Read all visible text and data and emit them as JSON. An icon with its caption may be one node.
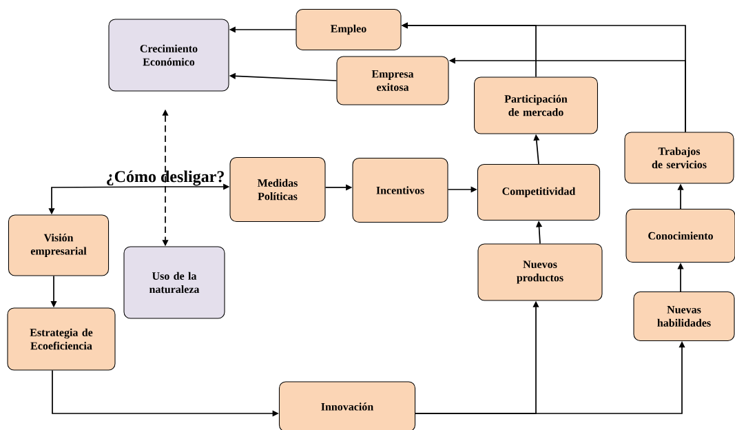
{
  "diagram": {
    "nodes": [
      {
        "text": [
          "Empleo"
        ]
      },
      {
        "text": [
          "Crecimiento Económico"
        ]
      },
      {
        "text": [
          "Empresa exitosa"
        ]
      },
      {
        "text": [
          "Participación de mercado"
        ]
      },
      {
        "text": [
          "Trabajos de servicios"
        ]
      },
      {
        "text": [
          "¿Cómo desligar?"
        ]
      },
      {
        "text": [
          "Medidas Políticas"
        ]
      },
      {
        "text": [
          "Incentivos"
        ]
      },
      {
        "text": [
          "Competitividad"
        ]
      },
      {
        "text": [
          "Visión empresarial"
        ]
      },
      {
        "text": [
          "Conocimiento"
        ]
      },
      {
        "text": [
          "Nuevos productos"
        ]
      },
      {
        "text": [
          "Uso de la naturaleza"
        ]
      },
      {
        "text": [
          "Estrategia de Ecoeficiencia"
        ]
      },
      {
        "text": [
          "Nuevas habilidades"
        ]
      },
      {
        "text": [
          "Innovación"
        ]
      }
    ],
    "edges": [
      {
        "from": 0,
        "to": 1,
        "arrow": "to"
      },
      {
        "from": 2,
        "to": 1,
        "arrow": "to"
      },
      {
        "from": 3,
        "to": 0,
        "arrow": "to"
      },
      {
        "from": 4,
        "to": 0,
        "arrow": "to"
      },
      {
        "from": 4,
        "to": 2,
        "arrow": "to"
      },
      {
        "from": 1,
        "to": 12,
        "arrow": "both",
        "style": "dashed"
      },
      {
        "from": 5,
        "to": 9,
        "arrow": "to"
      },
      {
        "from": 5,
        "to": 6,
        "arrow": "to"
      },
      {
        "from": 6,
        "to": 7,
        "arrow": "to"
      },
      {
        "from": 7,
        "to": 8,
        "arrow": "to"
      },
      {
        "from": 8,
        "to": 3,
        "arrow": "to"
      },
      {
        "from": 11,
        "to": 8,
        "arrow": "to"
      },
      {
        "from": 9,
        "to": 13,
        "arrow": "to"
      },
      {
        "from": 13,
        "to": 15,
        "arrow": "to"
      },
      {
        "from": 15,
        "to": 11,
        "arrow": "to"
      },
      {
        "from": 15,
        "to": 14,
        "arrow": "to"
      },
      {
        "from": 14,
        "to": 10,
        "arrow": "to"
      },
      {
        "from": 10,
        "to": 4,
        "arrow": "to"
      }
    ]
  }
}
